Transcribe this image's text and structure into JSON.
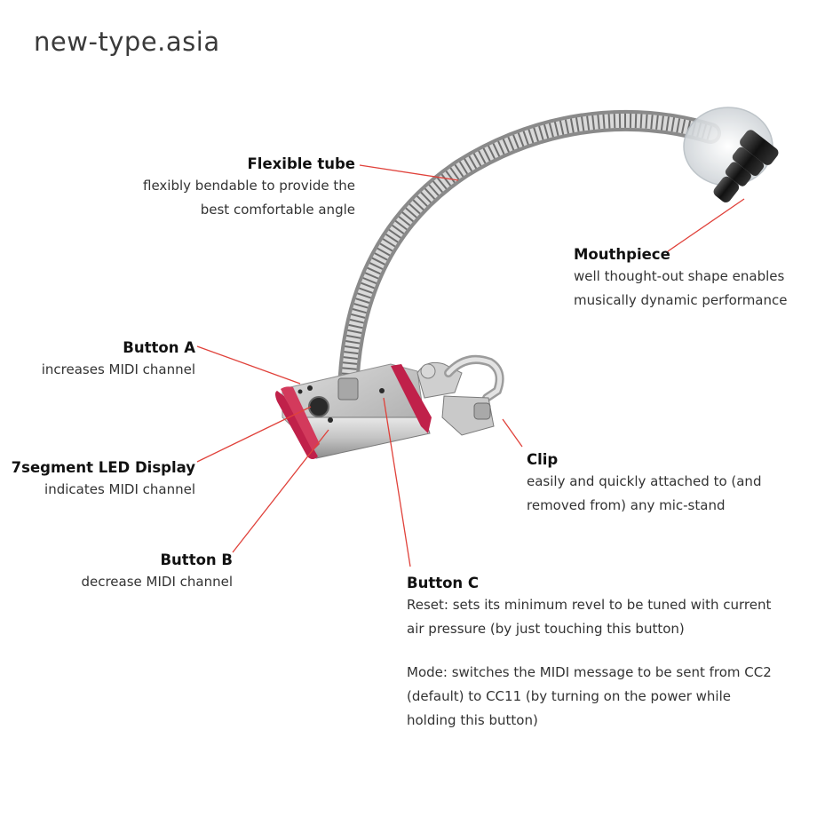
{
  "brand": "new-type.asia",
  "colors": {
    "leader": "#e0413a",
    "accent": "#c0214a",
    "metal": "#bcbcbc"
  },
  "callouts": {
    "flexible_tube": {
      "title": "Flexible tube",
      "desc": [
        "flexibly bendable to provide the",
        "best comfortable angle"
      ]
    },
    "mouthpiece": {
      "title": "Mouthpiece",
      "desc": [
        "well thought-out shape enables",
        "musically dynamic performance"
      ]
    },
    "button_a": {
      "title": "Button A",
      "desc": [
        "increases MIDI channel"
      ]
    },
    "led_display": {
      "title": "7segment LED Display",
      "desc": [
        "indicates MIDI channel"
      ]
    },
    "button_b": {
      "title": "Button B",
      "desc": [
        "decrease MIDI channel"
      ]
    },
    "clip": {
      "title": "Clip",
      "desc": [
        "easily and quickly attached to (and",
        "removed from) any mic-stand"
      ]
    },
    "button_c": {
      "title": "Button C",
      "desc": [
        "Reset: sets its minimum revel to be tuned with current",
        "air pressure (by just touching this button)"
      ],
      "desc2": [
        "Mode: switches the MIDI message to be sent from CC2",
        "(default) to CC11 (by turning on the power while",
        "holding this button)"
      ]
    }
  }
}
